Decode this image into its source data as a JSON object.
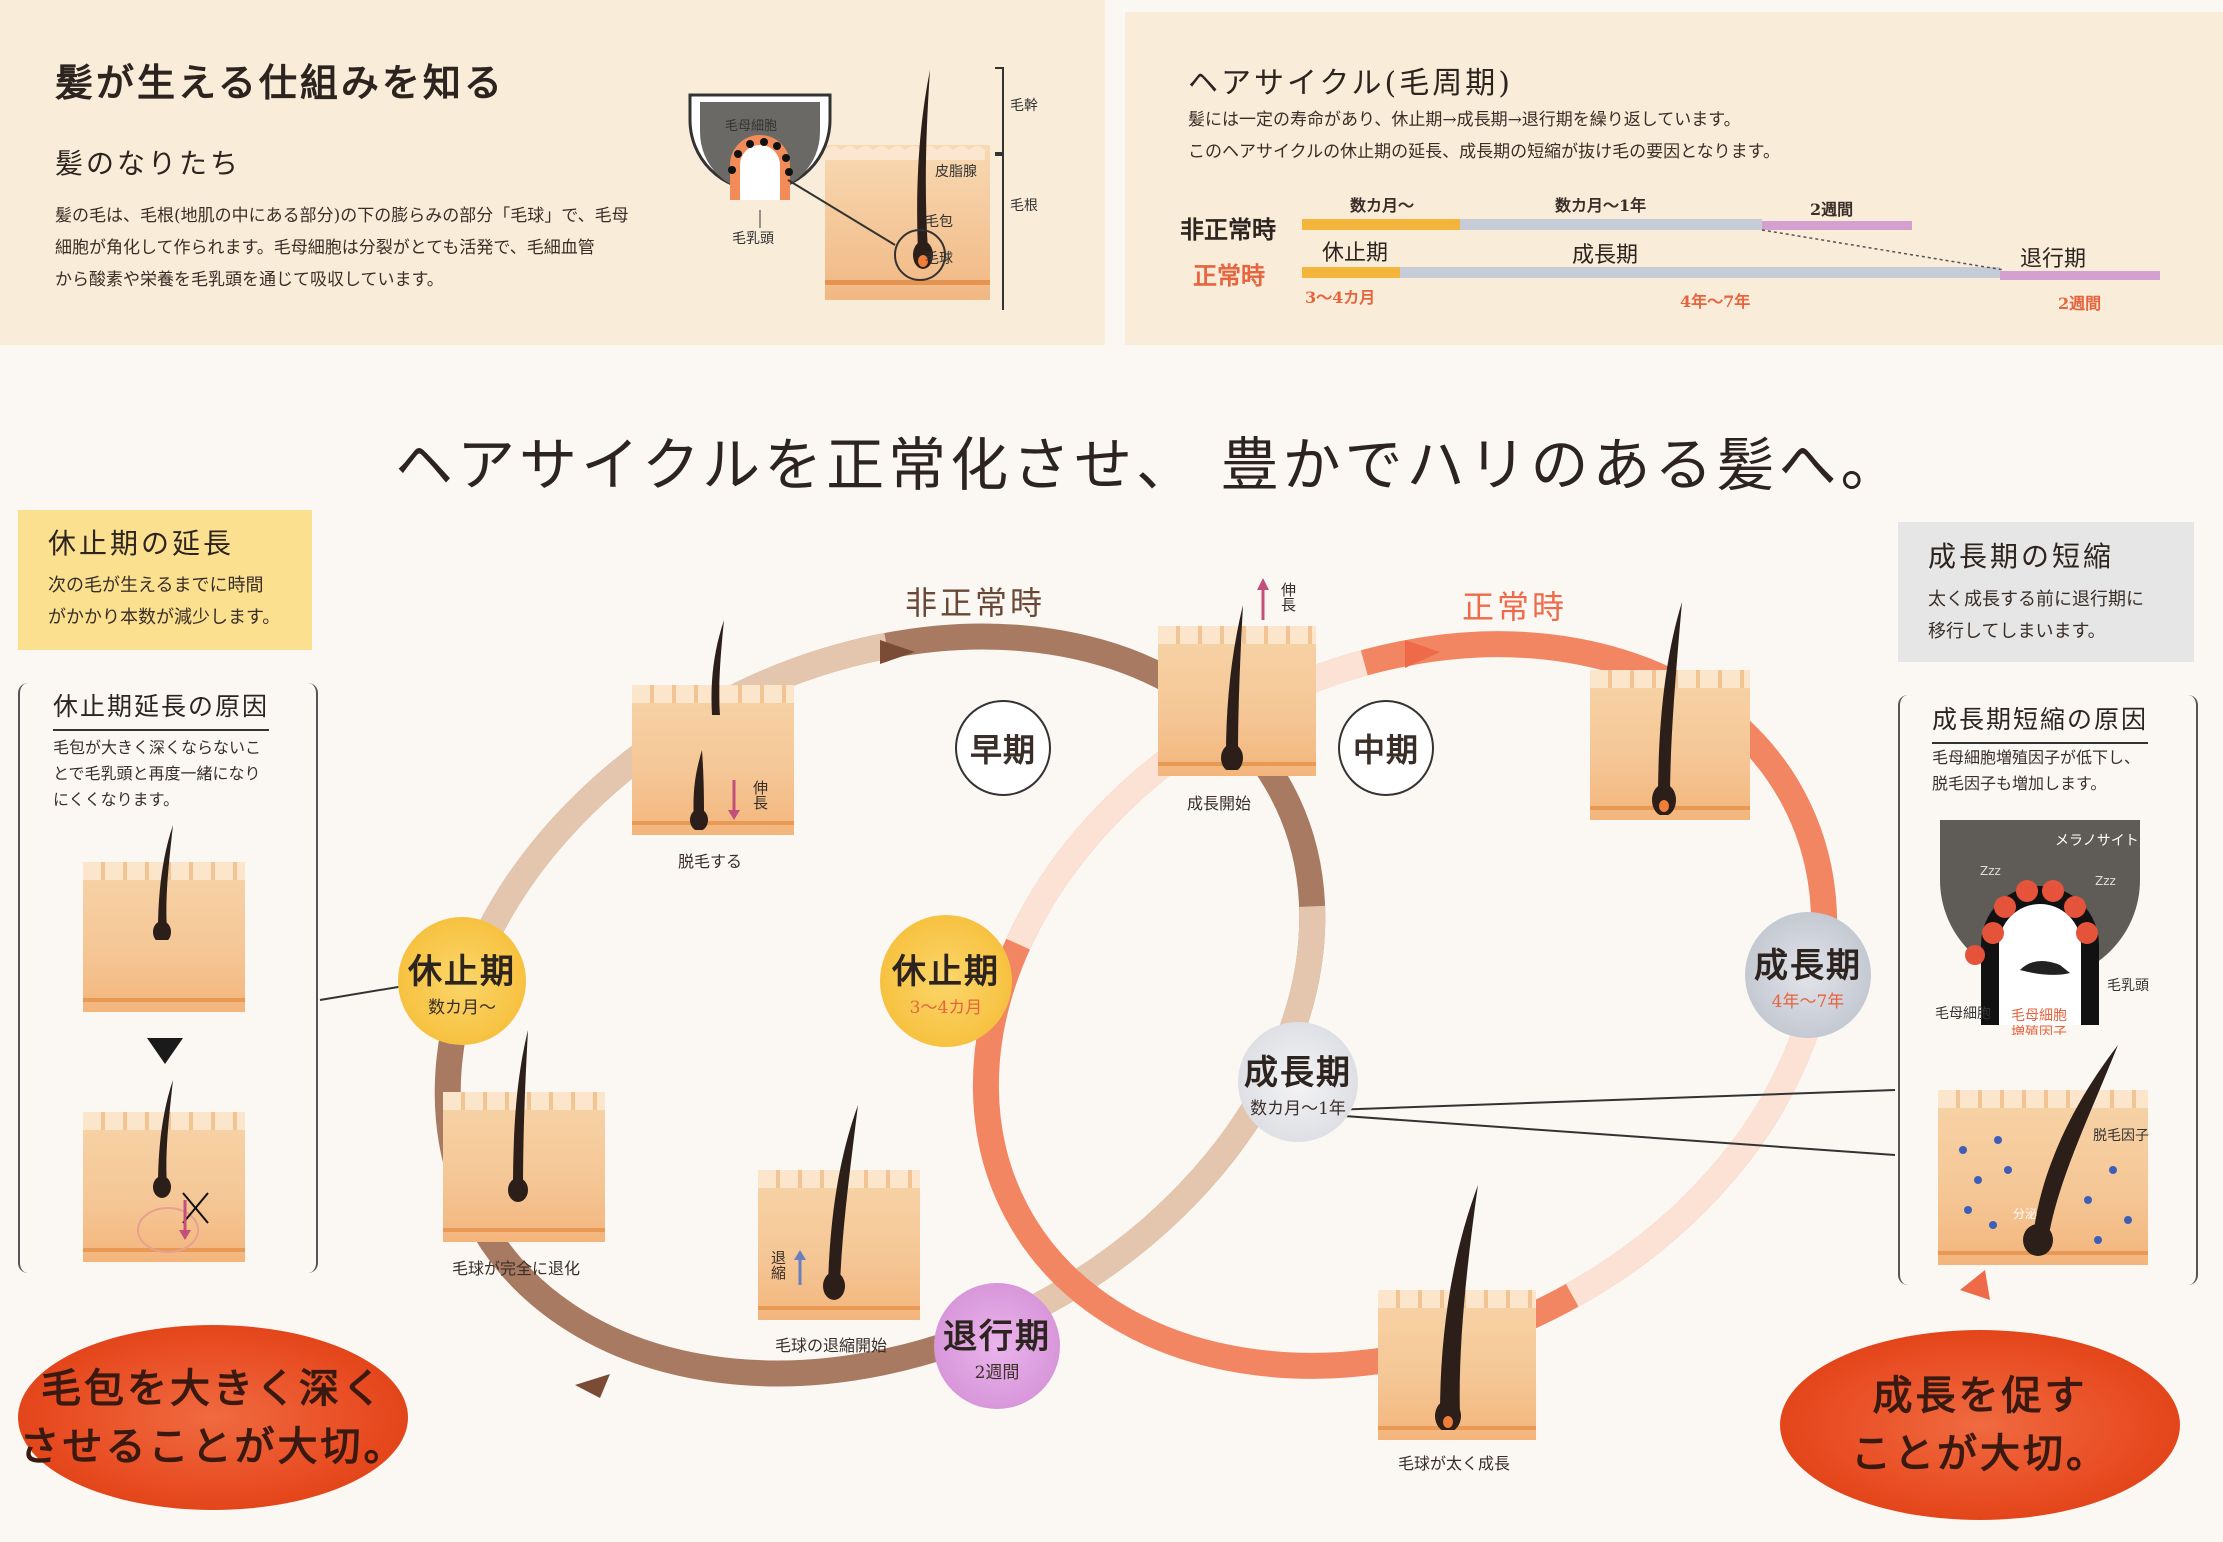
{
  "top_left": {
    "title": "髪が生える仕組みを知る",
    "subtitle": "髪のなりたち",
    "body": [
      "髪の毛は、毛根(地肌の中にある部分)の下の膨らみの部分「毛球」で、毛母",
      "細胞が角化して作られます。毛母細胞は分裂がとても活発で、毛細血管",
      "から酸素や栄養を毛乳頭を通じて吸収しています。"
    ],
    "labels": {
      "hair_matrix_cell": "毛母細胞",
      "dermal_papilla": "毛乳頭",
      "sebaceous_gland": "皮脂腺",
      "follicle": "毛包",
      "bulb": "毛球",
      "shaft": "毛幹",
      "root": "毛根"
    }
  },
  "top_right": {
    "title": "ヘアサイクル(毛周期)",
    "body": [
      "髪には一定の寿命があり、休止期→成長期→退行期を繰り返しています。",
      "このヘアサイクルの休止期の延長、成長期の短縮が抜け毛の要因となります。"
    ],
    "abnormal_label": "非正常時",
    "normal_label": "正常時",
    "abnormal_durations": [
      "数カ月〜",
      "数カ月〜1年",
      "2週間"
    ],
    "phase_names": [
      "休止期",
      "成長期",
      "退行期"
    ],
    "normal_durations": [
      "3〜4カ月",
      "4年〜7年",
      "2週間"
    ]
  },
  "headline": "ヘアサイクルを正常化させ、 豊かでハリのある髪へ。",
  "left_box": {
    "title": "休止期の延長",
    "body": [
      "次の毛が生えるまでに時間",
      "がかかり本数が減少します。"
    ]
  },
  "left_cause": {
    "title": "休止期延長の原因",
    "body": [
      "毛包が大きく深くならないこ",
      "とで毛乳頭と再度一緒になり",
      "にくくなります。"
    ]
  },
  "right_box": {
    "title": "成長期の短縮",
    "body": [
      "太く成長する前に退行期に",
      "移行してしまいます。"
    ]
  },
  "right_cause": {
    "title": "成長期短縮の原因",
    "body": [
      "毛母細胞増殖因子が低下し、",
      "脱毛因子も増加します。"
    ],
    "labels": {
      "melanocyte": "メラノサイト",
      "papilla": "毛乳頭",
      "matrix": "毛母細胞",
      "growth_factor": [
        "毛母細胞",
        "増殖因子"
      ],
      "hair_loss_factor": "脱毛因子",
      "secretion": "分泌"
    }
  },
  "cycle": {
    "abnormal": "非正常時",
    "normal": "正常時",
    "early": "早期",
    "middle": "中期",
    "rest_abnormal": {
      "title": "休止期",
      "sub": "数カ月〜"
    },
    "rest_normal": {
      "title": "休止期",
      "sub": "3〜4カ月"
    },
    "growth_abnormal": {
      "title": "成長期",
      "sub": "数カ月〜1年"
    },
    "growth_normal": {
      "title": "成長期",
      "sub": "4年〜7年"
    },
    "catagen": {
      "title": "退行期",
      "sub": "2週間"
    },
    "captions": {
      "shed": "脱毛する",
      "growth_start": "成長開始",
      "bulb_regress": "毛球が完全に退化",
      "regress_start": "毛球の退縮開始",
      "thick_growth": "毛球が太く成長",
      "extend": "伸長",
      "extend2": "伸長",
      "shrink": "退縮"
    }
  },
  "bottom_left": [
    "毛包を大きく深く",
    "させることが大切。"
  ],
  "bottom_right": [
    "成長を促す",
    "ことが大切。"
  ],
  "colors": {
    "abnormal_brown": "#8a5a44",
    "normal_orange": "#ee6a48",
    "rest_yellow": "#f6c743",
    "growth_gray": "#c8ccd4",
    "catagen_purple": "#d48bd6"
  }
}
